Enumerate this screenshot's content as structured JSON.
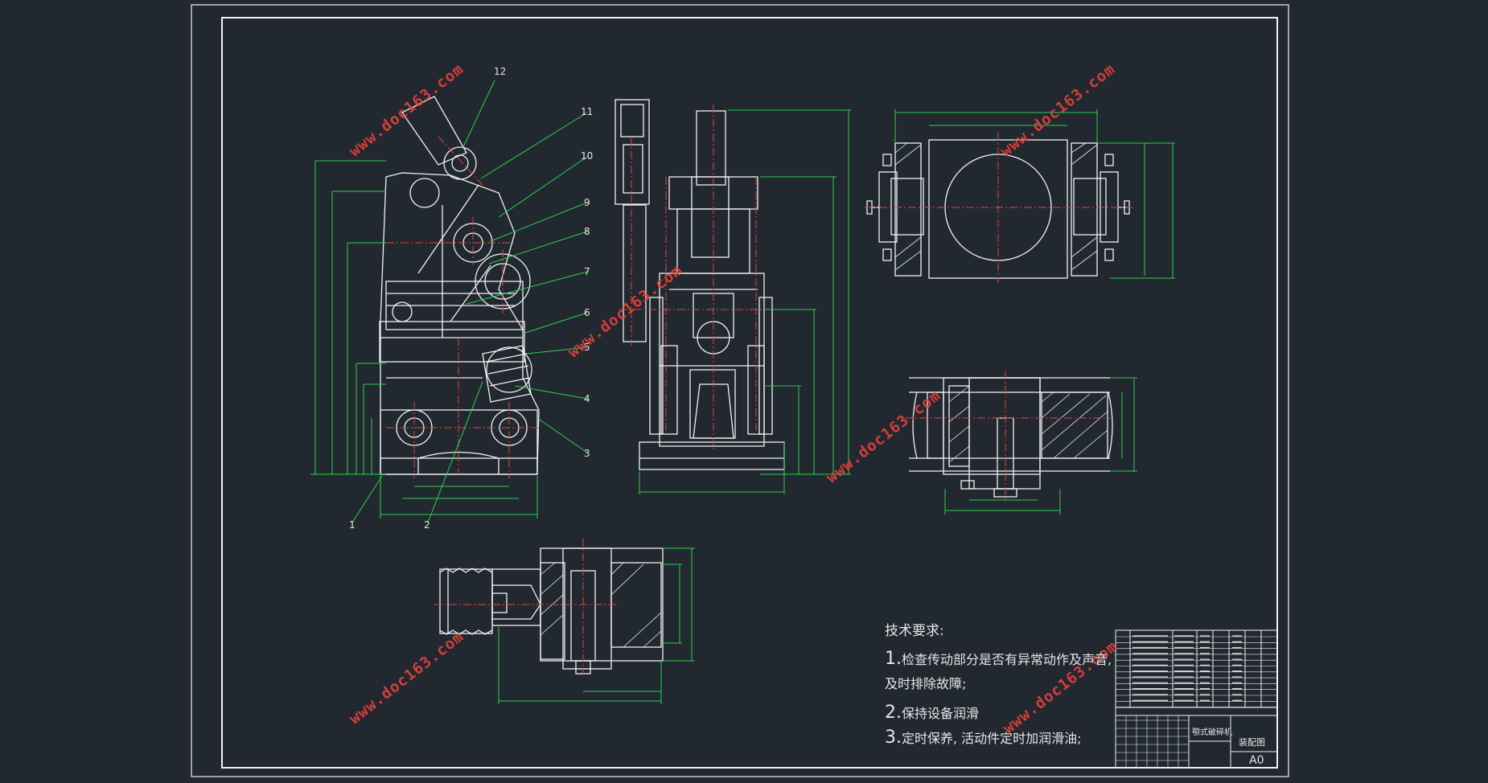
{
  "part_callouts": [
    "1",
    "2",
    "3",
    "4",
    "5",
    "6",
    "7",
    "8",
    "9",
    "10",
    "11",
    "12"
  ],
  "technical_requirements": {
    "title": "技术要求:",
    "items": [
      {
        "num": "1.",
        "text": "检查传动部分是否有异常动作及声音,",
        "cont": "及时排除故障;"
      },
      {
        "num": "2.",
        "text": "保持设备润滑",
        "cont": ""
      },
      {
        "num": "3.",
        "text": "定时保养, 活动件定时加润滑油;",
        "cont": ""
      }
    ]
  },
  "title_block": {
    "name": "颚式破碎机",
    "drawing_type": "装配图",
    "sheet_size": "A0"
  },
  "watermark": "www.doc163.com",
  "colors": {
    "background": "#212830",
    "frame": "#f2f2f2",
    "outline": "#f2f2f2",
    "dimension": "#2bd14a",
    "centerline": "#e8403a",
    "leader": "#2bd14a"
  }
}
